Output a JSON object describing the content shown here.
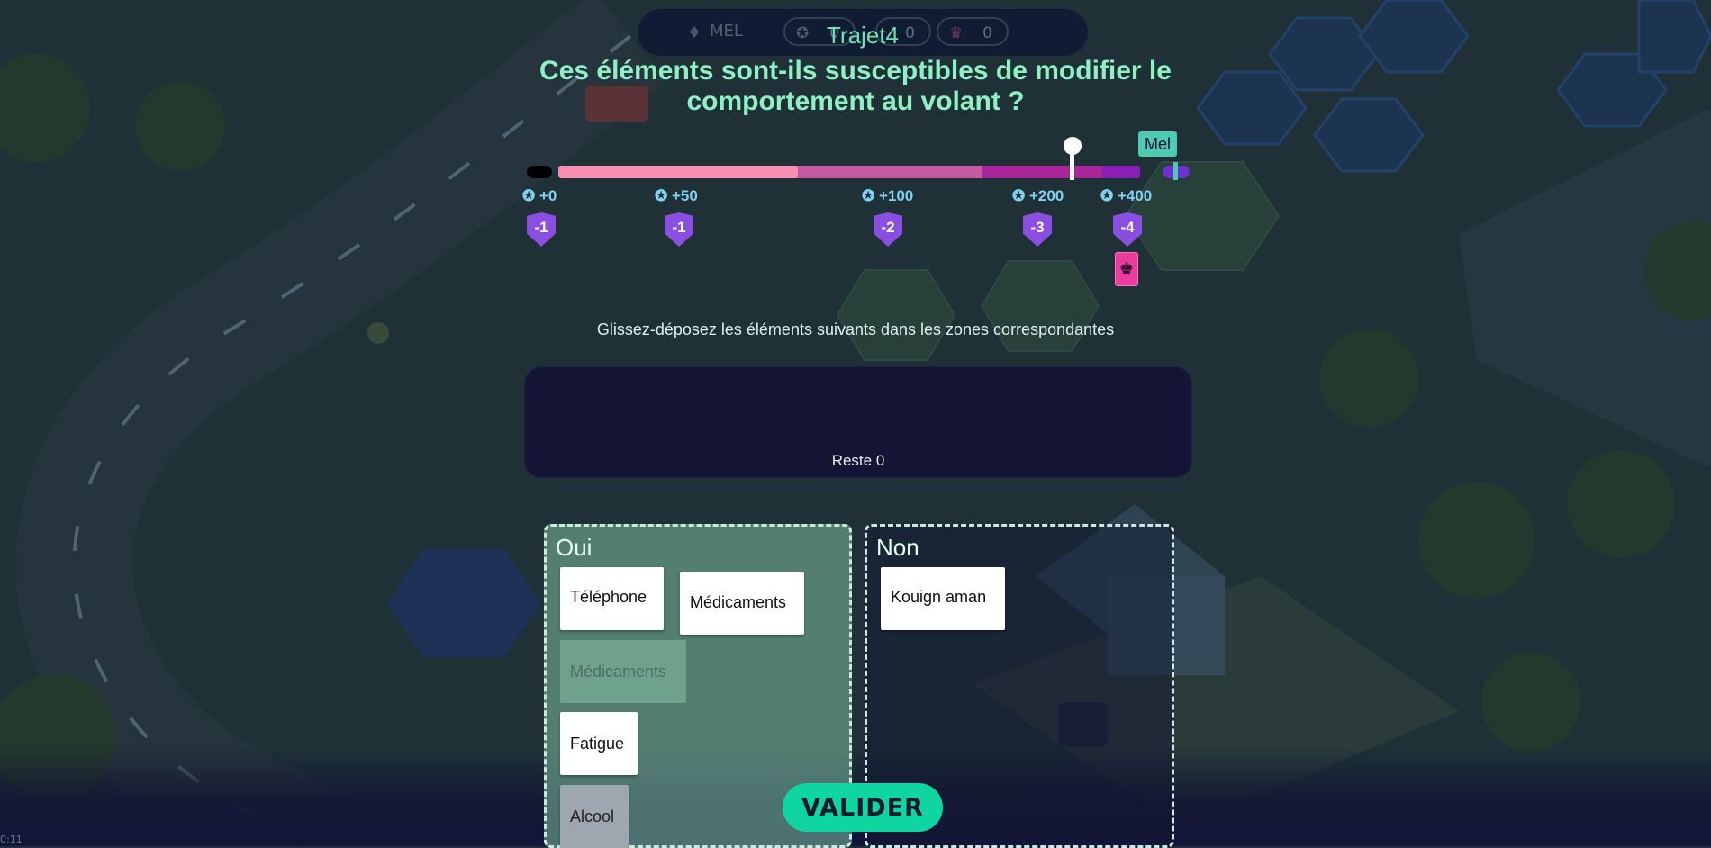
{
  "hud": {
    "player_name": "MEL",
    "badge_count": "0",
    "coin_count": "0",
    "crown_count": "0",
    "title": "Trajet4",
    "diamond_icon": "diamond-icon",
    "badge_icon": "ribbon-icon",
    "crown_icon": "crown-icon"
  },
  "question": {
    "line1": "Ces éléments sont-ils susceptibles de modifier le",
    "line2": "comportement au volant ?"
  },
  "progress": {
    "player_tag": "Mel",
    "current_fraction": 0.86,
    "milestones": [
      {
        "points": "+0",
        "penalty": "-1"
      },
      {
        "points": "+50",
        "penalty": "-1"
      },
      {
        "points": "+100",
        "penalty": "-2"
      },
      {
        "points": "+200",
        "penalty": "-3"
      },
      {
        "points": "+400",
        "penalty": "-4"
      }
    ],
    "bonus_card_icon": "card-icon",
    "colors": {
      "segment1": "#f78fb3",
      "segment2": "#c45aa0",
      "segment3": "#a9259a",
      "segment4": "#8a1fb8",
      "end_cap": "#6c2fd1"
    }
  },
  "instruction": "Glissez-déposez les éléments suivants dans les zones correspondantes",
  "pool": {
    "remaining_label": "Reste 0"
  },
  "zones": {
    "yes": {
      "title": "Oui",
      "items": [
        "Téléphone",
        "Médicaments",
        "Médicaments",
        "Fatigue",
        "Alcool"
      ]
    },
    "no": {
      "title": "Non",
      "items": [
        "Kouign aman"
      ]
    }
  },
  "actions": {
    "validate_label": "VALIDER"
  },
  "corner": "0:11"
}
